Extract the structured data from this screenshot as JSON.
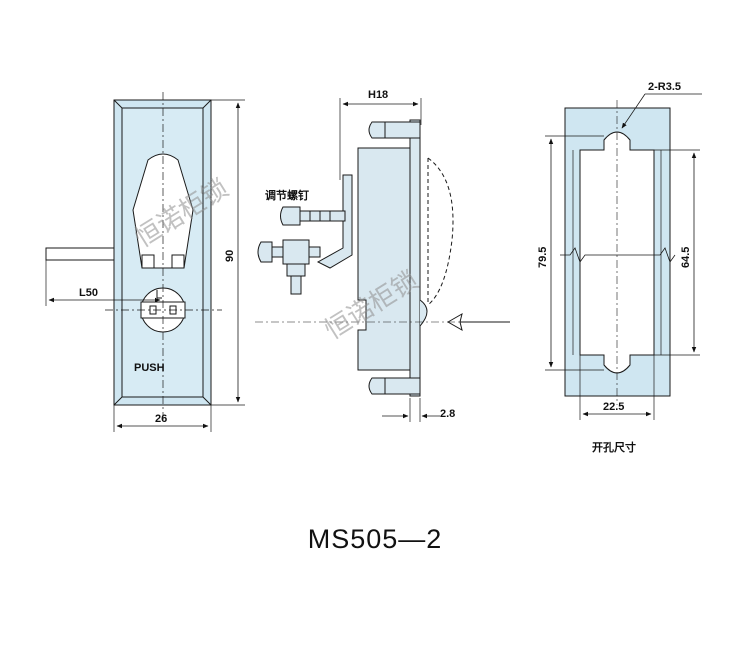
{
  "drawing": {
    "title": "MS505—2",
    "colors": {
      "plate": "#cfe6f1",
      "steel": "#d9e8f0",
      "line": "#1a1a1a",
      "background": "#ffffff"
    }
  },
  "front_view": {
    "button_label": "PUSH",
    "height_label": "90",
    "width_label": "26",
    "lever_label": "L50"
  },
  "side_view": {
    "depth_label": "H18",
    "screw_label": "调节螺钉",
    "offset_label": "2.8"
  },
  "cutout_view": {
    "radius_label": "2-R3.5",
    "outer_height_label": "79.5",
    "inner_height_label": "64.5",
    "width_label": "22.5",
    "caption": "开孔尺寸"
  },
  "watermarks": [
    "恒诺柜锁",
    "恒诺柜锁"
  ]
}
